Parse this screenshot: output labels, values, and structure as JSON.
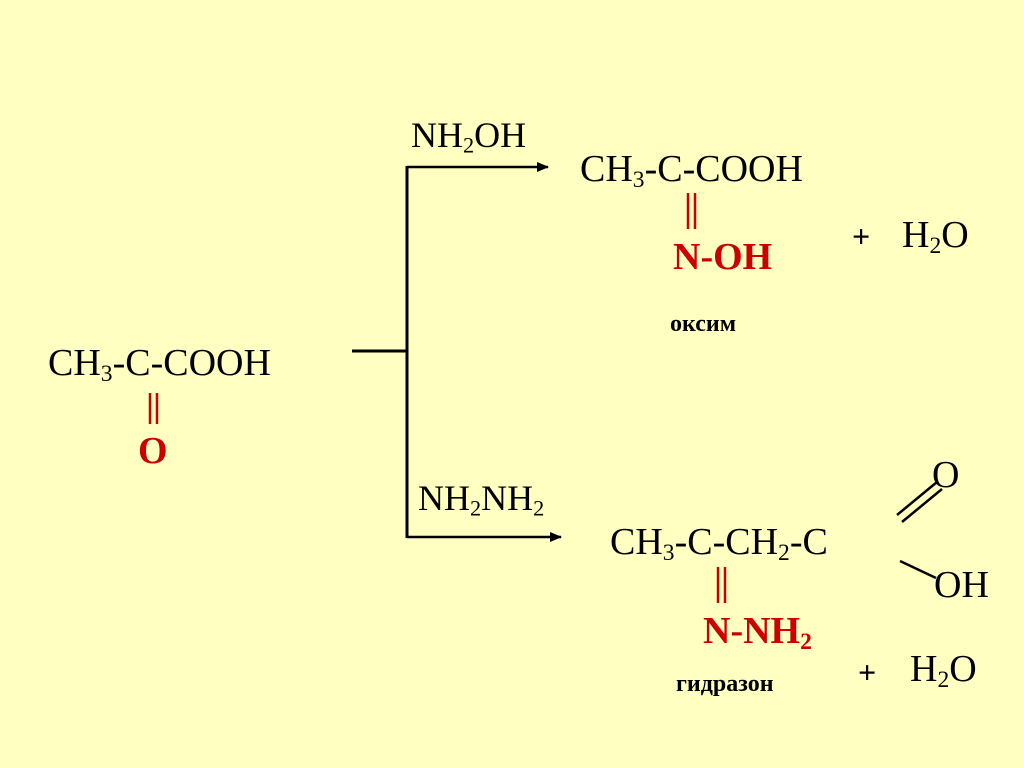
{
  "reactant": {
    "pre": "CH",
    "sub": "3",
    "post": "-C-COOH",
    "carbonyl_o": "O"
  },
  "reagent_top": {
    "a": "NH",
    "sub": "2",
    "b": "OH"
  },
  "product_top": {
    "pre": "CH",
    "sub": "3",
    "post": "-C-COOH",
    "group": "N-OH",
    "plus": "+",
    "water_a": "H",
    "water_sub": "2",
    "water_b": "O",
    "name": "оксим"
  },
  "reagent_bottom": {
    "a": "NH",
    "sub1": "2",
    "b": "NH",
    "sub2": "2"
  },
  "product_bottom": {
    "pre": "CH",
    "sub1": "3",
    "mid": "-C-CH",
    "sub2": "2",
    "post": "-C",
    "o_top": "O",
    "oh": "OH",
    "group_a": "N-NH",
    "group_sub": "2",
    "plus": "+",
    "water_a": "H",
    "water_sub": "2",
    "water_b": "O",
    "name": "гидразон"
  },
  "colors": {
    "background": "#ffffc1",
    "heteroatom": "#cc0000",
    "text": "#000000"
  }
}
